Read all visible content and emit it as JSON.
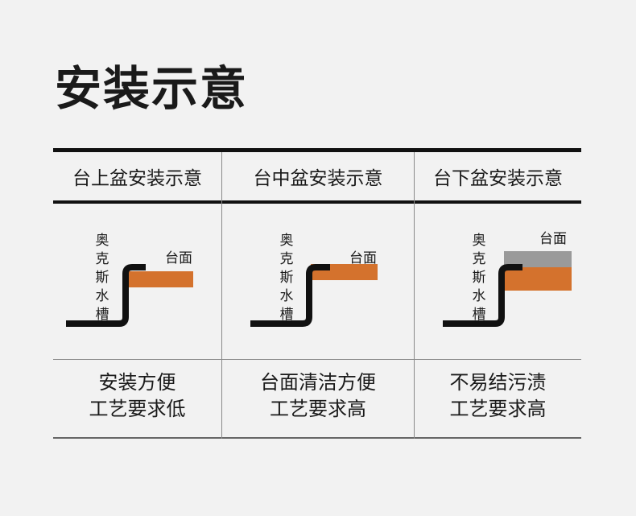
{
  "page_title": "安装示意",
  "columns": [
    {
      "header": "台上盆安装示意",
      "sink_label": [
        "奥",
        "克",
        "斯",
        "水",
        "槽"
      ],
      "counter_label": "台面",
      "features": [
        "安装方便",
        "工艺要求低"
      ]
    },
    {
      "header": "台中盆安装示意",
      "sink_label": [
        "奥",
        "克",
        "斯",
        "水",
        "槽"
      ],
      "counter_label": "台面",
      "features": [
        "台面清洁方便",
        "工艺要求高"
      ]
    },
    {
      "header": "台下盆安装示意",
      "sink_label": [
        "奥",
        "克",
        "斯",
        "水",
        "槽"
      ],
      "counter_label": "台面",
      "features": [
        "不易结污渍",
        "工艺要求高"
      ]
    }
  ],
  "colors": {
    "counter": "#d4722d",
    "counter_top_layer": "#9a9a9a",
    "sink_profile": "#111111",
    "background": "#f2f2f2"
  }
}
